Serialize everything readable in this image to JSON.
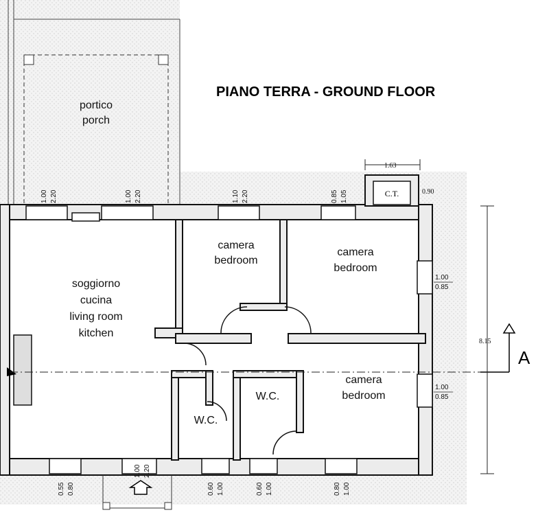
{
  "title": "PIANO TERRA - GROUND FLOOR",
  "rooms": {
    "porch": [
      "portico",
      "porch"
    ],
    "living": [
      "soggiorno",
      "cucina",
      "living room",
      "kitchen"
    ],
    "bedroom1": [
      "camera",
      "bedroom"
    ],
    "bedroom2": [
      "camera",
      "bedroom"
    ],
    "bedroom3": [
      "camera",
      "bedroom"
    ],
    "wc1": "W.C.",
    "wc2": "W.C.",
    "ct": "C.T."
  },
  "dimensions": {
    "top_w1": [
      "1.00",
      "2.20"
    ],
    "top_w2": [
      "1.00",
      "2.20"
    ],
    "top_w3": [
      "1.10",
      "2.20"
    ],
    "top_w4": [
      "0.85",
      "1.05"
    ],
    "ct_width": "1.63",
    "ct_depth": "0.90",
    "right_w1": [
      "1.00",
      "0.85"
    ],
    "right_w2": [
      "1.00",
      "0.85"
    ],
    "overall_depth": "8.15",
    "bottom_w1": [
      "0.55",
      "0.80"
    ],
    "bottom_door": [
      "1.00",
      "2.20"
    ],
    "bottom_w2": [
      "0.60",
      "1.00"
    ],
    "bottom_w3": [
      "0.60",
      "1.00"
    ],
    "bottom_w4": [
      "0.80",
      "1.00"
    ]
  },
  "section_marker": "A"
}
